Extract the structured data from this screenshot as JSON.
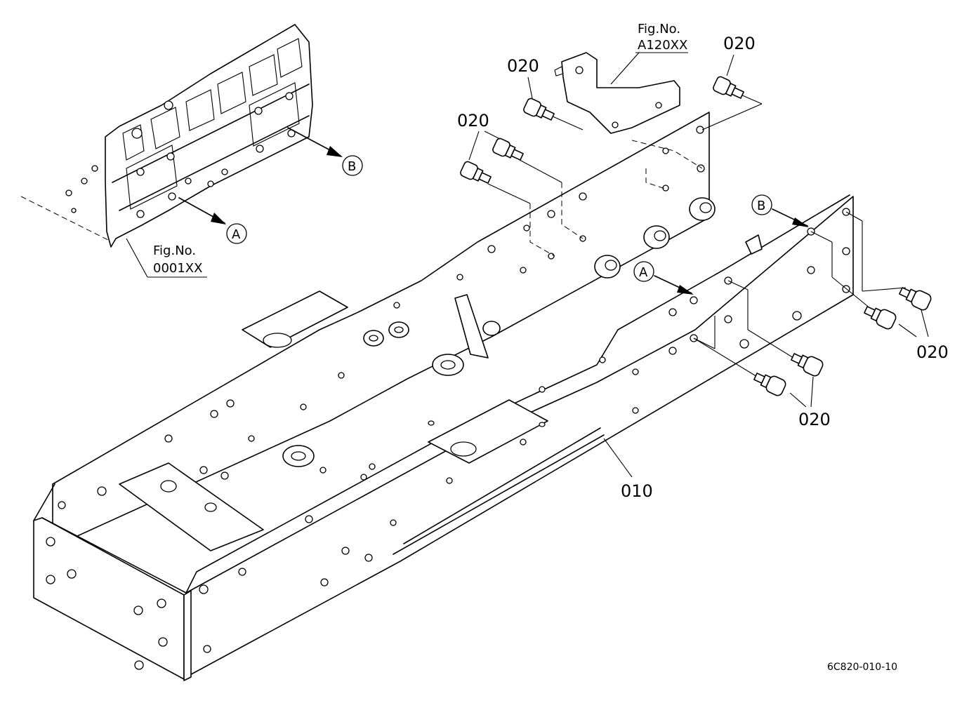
{
  "callouts": {
    "frame": "010",
    "bolt": "020"
  },
  "references": {
    "engine_fig_label": "Fig.No.",
    "engine_fig_number": "0001XX",
    "bracket_fig_label": "Fig.No.",
    "bracket_fig_number": "A120XX"
  },
  "markers": {
    "a": "A",
    "b": "B"
  },
  "drawing_code": "6C820-010-10"
}
